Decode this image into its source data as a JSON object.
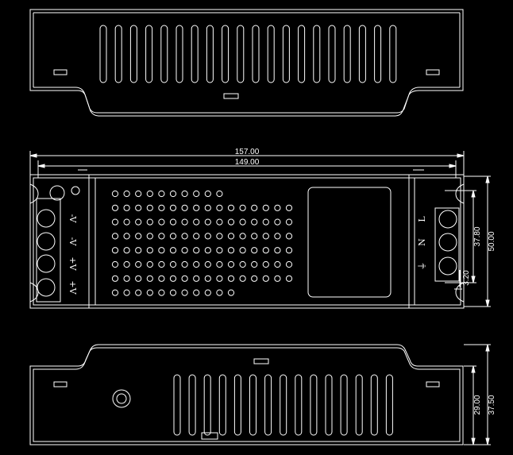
{
  "dimensions": {
    "overall_length": "157.00",
    "inner_length": "149.00",
    "height_37_80": "37.80",
    "height_50_00": "50.00",
    "gap_3_20": "3.20",
    "bottom_29_00": "29.00",
    "bottom_37_50": "37.50"
  },
  "terminals": {
    "left": [
      "-V",
      "-V",
      "+V",
      "+V"
    ],
    "right": [
      "L",
      "N",
      "⏚"
    ]
  },
  "colors": {
    "background": "#000000",
    "line": "#ffffff"
  }
}
